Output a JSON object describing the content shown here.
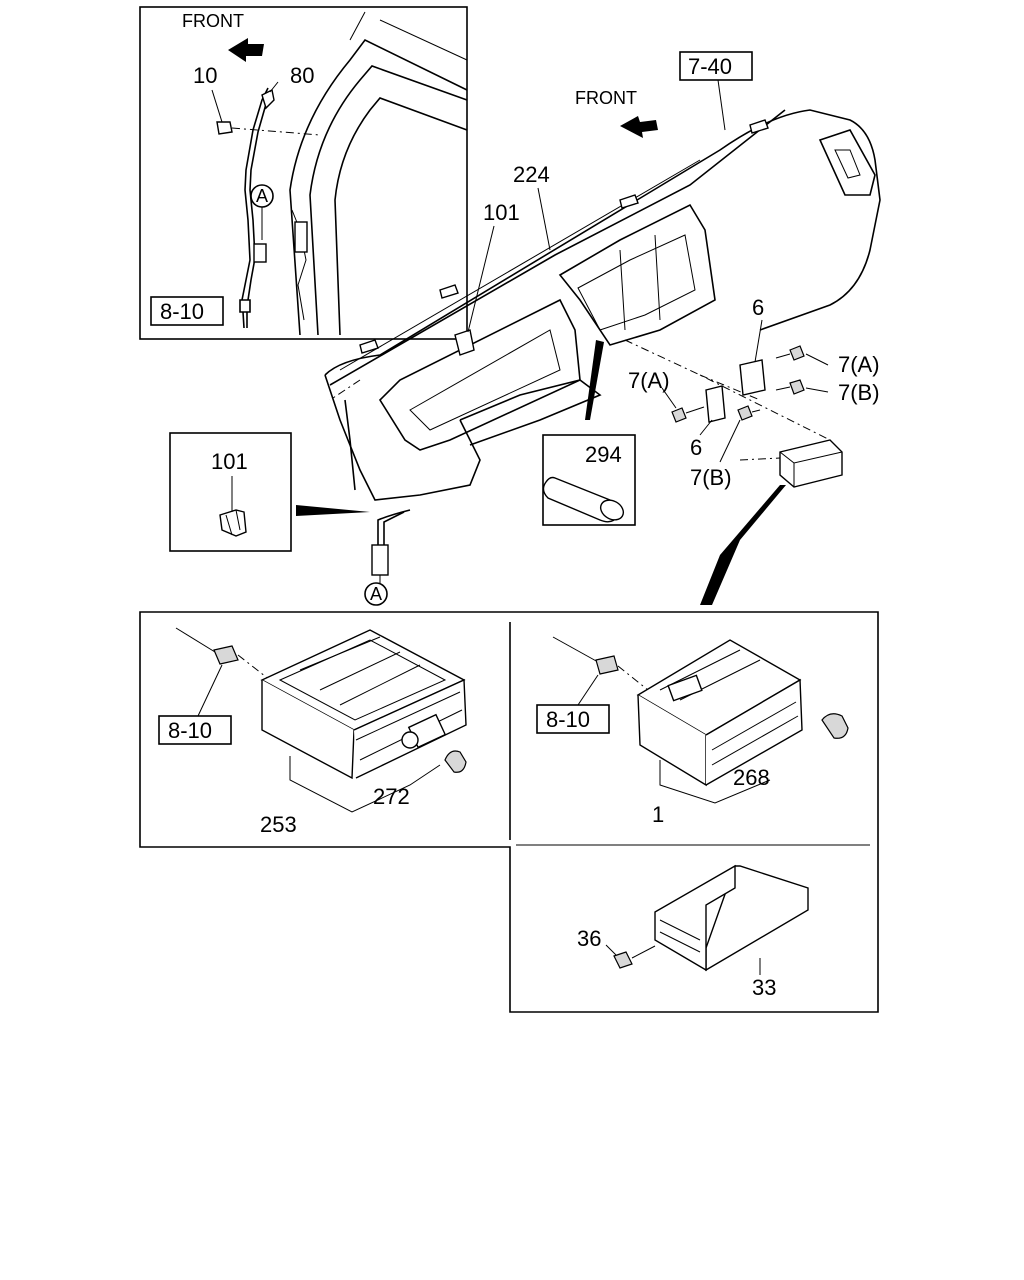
{
  "labels": {
    "front_inset": "FRONT",
    "front_main": "FRONT",
    "ref_7_40": "7-40",
    "ref_8_10_inset": "8-10",
    "ref_8_10_left": "8-10",
    "ref_8_10_right": "8-10",
    "callout_a_top": "A",
    "callout_a_bottom": "A",
    "p10": "10",
    "p80": "80",
    "p224": "224",
    "p101_main": "101",
    "p101_inset": "101",
    "p294": "294",
    "p6_upper": "6",
    "p6_lower": "6",
    "p7a_right": "7(A)",
    "p7b_right": "7(B)",
    "p7a_left": "7(A)",
    "p7b_lower": "7(B)",
    "p253": "253",
    "p272": "272",
    "p268": "268",
    "p1": "1",
    "p36": "36",
    "p33": "33"
  }
}
